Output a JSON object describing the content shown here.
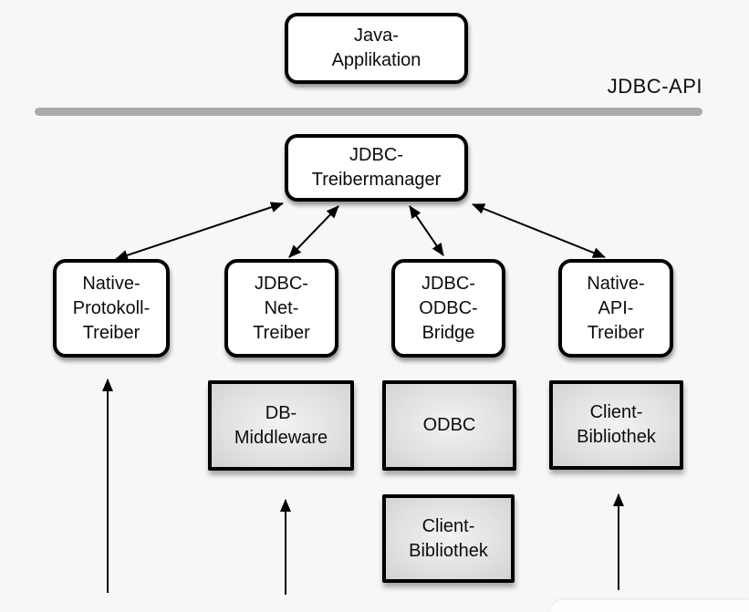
{
  "diagram": {
    "api_label": "JDBC-API",
    "nodes": {
      "java_application": "Java-\nApplikation",
      "jdbc_treibermanager": "JDBC-\nTreibermanager",
      "native_protokoll_treiber": "Native-\nProtokoll-\nTreiber",
      "jdbc_net_treiber": "JDBC-\nNet-\nTreiber",
      "jdbc_odbc_bridge": "JDBC-\nODBC-\nBridge",
      "native_api_treiber": "Native-\nAPI-\nTreiber",
      "db_middleware": "DB-\nMiddleware",
      "odbc": "ODBC",
      "client_bibliothek_odbc": "Client-\nBibliothek",
      "client_bibliothek_native": "Client-\nBibliothek"
    },
    "colors": {
      "background": "#f7f7f7",
      "divider": "#ababab",
      "node_border": "#000000",
      "node_fill_white": "#ffffff",
      "gray_fill_center": "#f2f2f2",
      "gray_fill_edge": "#d2d2d2",
      "text": "#0d0d0d",
      "arrow": "#000000"
    }
  }
}
